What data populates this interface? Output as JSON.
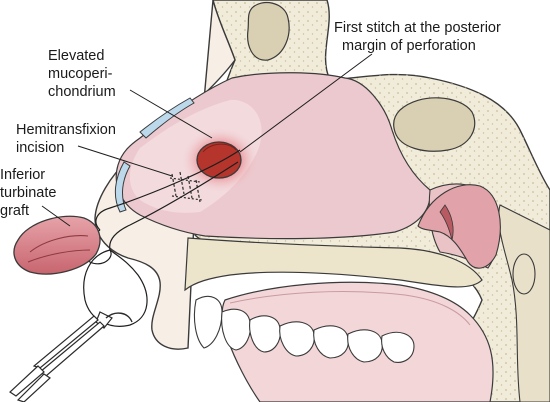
{
  "figure": {
    "labels": {
      "first_stitch": {
        "line1": "First stitch at the posterior",
        "line2": "margin of perforation"
      },
      "elevated_mucoperichondrium": {
        "line1": "Elevated",
        "line2": "mucoperi-",
        "line3": "chondrium"
      },
      "hemitransfixion_incision": {
        "line1": "Hemitransfixion",
        "line2": "incision"
      },
      "inferior_turbinate_graft": {
        "line1": "Inferior",
        "line2": "turbinate",
        "line3": "graft"
      }
    },
    "colors": {
      "outline": "#3a3a3a",
      "bone_fill": "#f1ebd9",
      "bone_dark": "#d9cfb2",
      "septum_fill": "#ecc9ce",
      "mucosa_pink": "#dba3ad",
      "perforation": "#b5352c",
      "perforation_glow": "#e77a80",
      "cartilage_blue": "#bcd9ec",
      "graft_fill": "#d9868e",
      "tongue_fill": "#f0d3d5"
    }
  }
}
